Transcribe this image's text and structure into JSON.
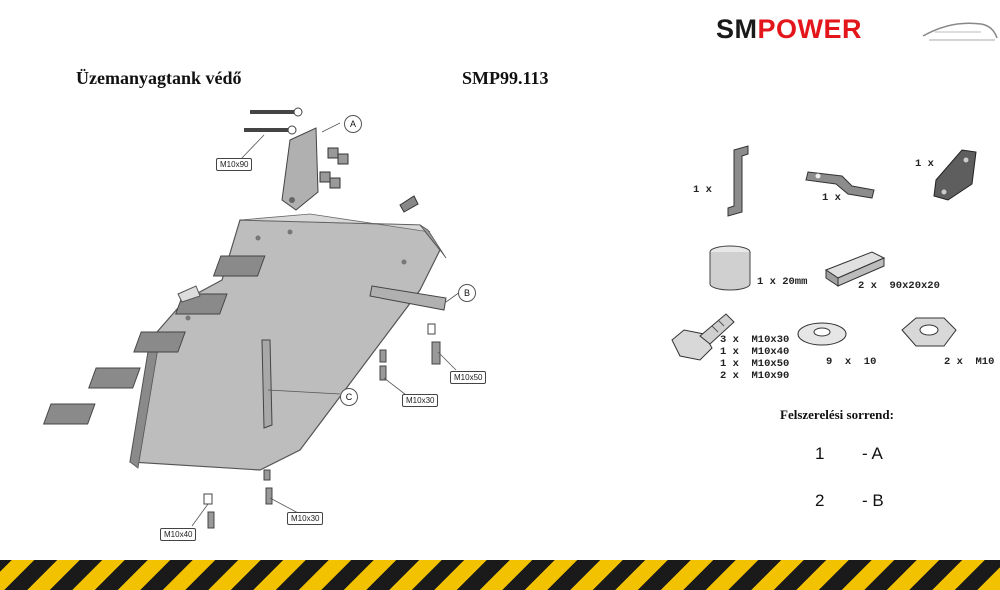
{
  "header": {
    "title": "Üzemanyagtank védő",
    "code": "SMP99.113",
    "logo": {
      "part1": "SM",
      "part2": "POWER"
    }
  },
  "diagram": {
    "callouts": {
      "a": "A",
      "b": "B",
      "c": "C",
      "m10x90": "M10x90",
      "m10x50": "M10x50",
      "m10x30_mid": "M10x30",
      "m10x40": "M10x40",
      "m10x30_bottom": "M10x30"
    }
  },
  "parts": {
    "bracket_tall": "1 x",
    "bracket_flat": "1 x",
    "bracket_plate": "1 x",
    "spacer": "1 x 20mm",
    "block": "2 x  90x20x20",
    "bolts": [
      "3 x  M10x30",
      "1 x  M10x40",
      "1 x  M10x50",
      "2 x  M10x90"
    ],
    "washers": "9  x  10",
    "nuts": "2 x  M10"
  },
  "sequence": {
    "title": "Felszerelési sorrend:",
    "steps": [
      {
        "num": "1",
        "label": "- A"
      },
      {
        "num": "2",
        "label": "- B"
      }
    ]
  },
  "colors": {
    "brand_red": "#e3161b",
    "hazard_yellow": "#f2c200",
    "hazard_black": "#1a1a1a"
  }
}
